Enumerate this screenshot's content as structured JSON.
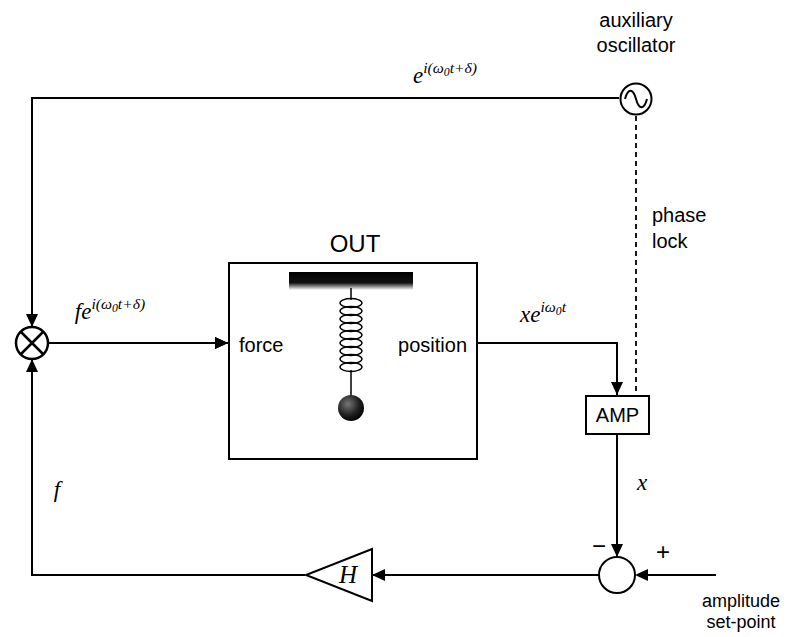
{
  "diagram": {
    "nodes": [
      {
        "text": [
          "auxiliary oscillator"
        ]
      },
      {
        "text": [
          "OUT",
          "force",
          "position"
        ]
      },
      {
        "text": [
          "AMP"
        ]
      },
      {
        "text": [
          "H"
        ]
      }
    ],
    "edges": [
      {
        "from": 0,
        "to": 1,
        "arrow": "to",
        "label": "ei(ω0t+δ)"
      },
      {
        "from": 3,
        "to": 1,
        "arrow": "to",
        "label": "f"
      },
      {
        "from": 1,
        "to": 2,
        "arrow": "to",
        "label": "xeiω0t"
      },
      {
        "from": 2,
        "to": 3,
        "arrow": "to",
        "label": "x"
      },
      {
        "from": 0,
        "to": 2,
        "arrow": "none",
        "label": "phase lock"
      }
    ],
    "labels": [
      "fei(ω0t+δ)",
      "−",
      "+",
      "amplitude set-point"
    ]
  }
}
